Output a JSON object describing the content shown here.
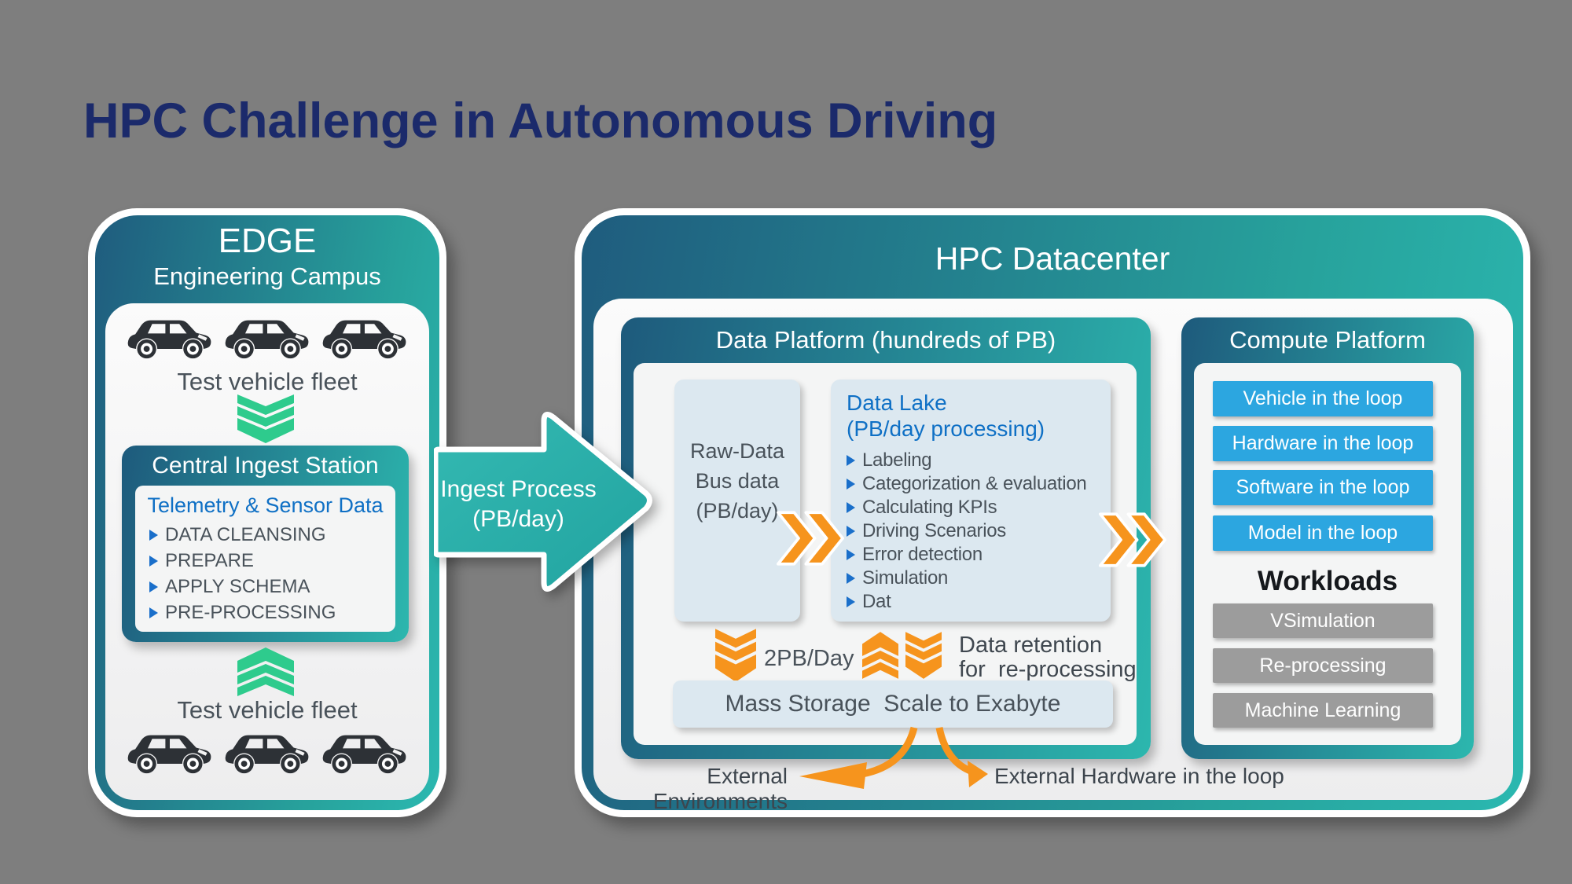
{
  "slide": {
    "title": "HPC Challenge in Autonomous Driving"
  },
  "edge": {
    "title": "EDGE",
    "subtitle": "Engineering Campus",
    "fleet_top_label": "Test vehicle fleet",
    "fleet_bottom_label": "Test vehicle fleet",
    "ingest_station": {
      "title": "Central Ingest Station",
      "data_title": "Telemetry & Sensor Data",
      "items": [
        "DATA CLEANSING",
        "PREPARE",
        "APPLY SCHEMA",
        "PRE-PROCESSING"
      ]
    }
  },
  "ingest_arrow": {
    "line1": "Ingest Process",
    "line2": "(PB/day)"
  },
  "datacenter": {
    "title": "HPC Datacenter",
    "data_platform": {
      "title": "Data Platform (hundreds of PB)",
      "raw_data_box": {
        "line1": "Raw-Data",
        "line2": "Bus data",
        "line3": "(PB/day)"
      },
      "data_lake": {
        "title_line1": "Data Lake",
        "title_line2": "(PB/day processing)",
        "items": [
          "Labeling",
          "Categorization & evaluation",
          "Calculating KPIs",
          "Driving Scenarios",
          "Error detection",
          "Simulation",
          "Dat"
        ]
      },
      "throughput_label": "2PB/Day",
      "retention_line1": "Data retention",
      "retention_line2": "for  re-processing",
      "mass_storage_label": "Mass Storage  Scale to Exabyte"
    },
    "compute_platform": {
      "title": "Compute Platform",
      "loops": [
        "Vehicle in the loop",
        "Hardware in the loop",
        "Software in the loop",
        "Model in the loop"
      ],
      "workloads_title": "Workloads",
      "workloads": [
        "VSimulation",
        "Re-processing",
        "Machine Learning"
      ]
    },
    "external_left": "External Environments",
    "external_right": "External Hardware in the loop"
  },
  "colors": {
    "background": "#7e7e7e",
    "title_navy": "#1b2a6b",
    "teal_dark": "#1f5c7e",
    "teal_light": "#2bb8b0",
    "green_chevron": "#2ecb8d",
    "orange": "#f6941d",
    "blue_button": "#2ca6e0",
    "gray_button": "#9c9c9c",
    "info_blue": "#0f70c5",
    "box_blue": "#dce8f0",
    "body_text": "#49525a"
  }
}
